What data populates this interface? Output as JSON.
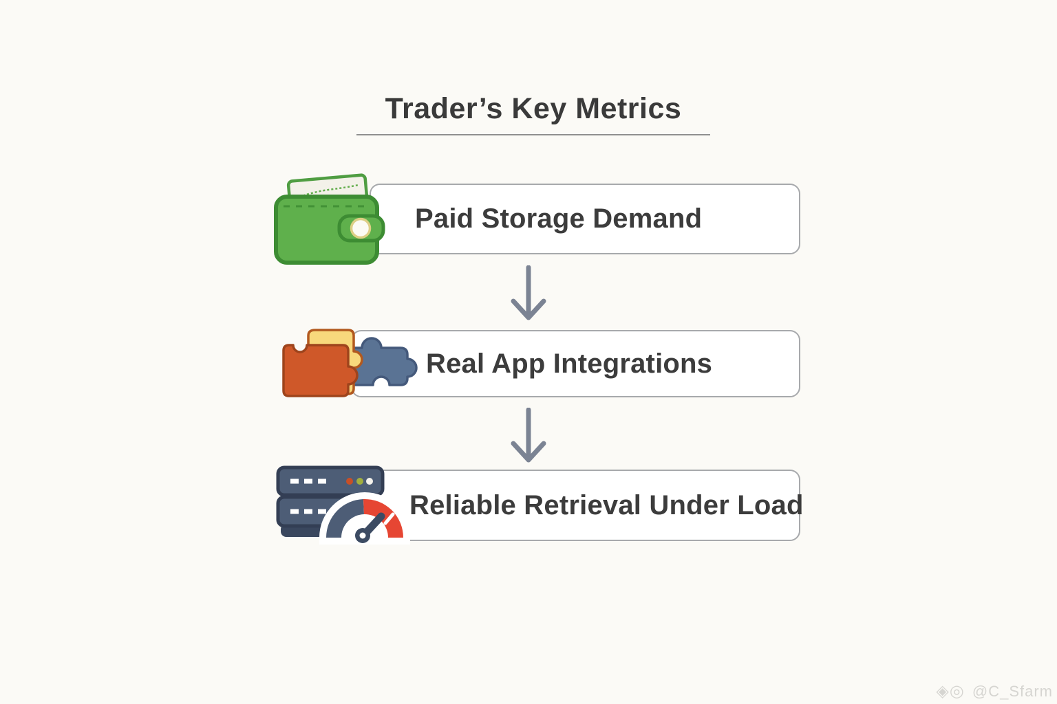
{
  "title": {
    "text": "Trader’s Key Metrics"
  },
  "steps": [
    {
      "id": "paid-storage-demand",
      "label": "Paid Storage Demand",
      "icon": "wallet-icon"
    },
    {
      "id": "real-app-integrations",
      "label": "Real App Integrations",
      "icon": "puzzle-pieces-icon"
    },
    {
      "id": "reliable-retrieval-under-load",
      "label": "Reliable Retrieval Under Load",
      "icon": "server-gauge-icon"
    }
  ],
  "connectors": {
    "type": "down-arrow",
    "count": 2
  },
  "watermark": {
    "text": "@C_Sfarm"
  },
  "colors": {
    "background": "#fbfaf6",
    "box_fill": "#ffffff",
    "box_border": "#a7a9ac",
    "text": "#3c3c3c",
    "title_underline": "#8f8f8f",
    "arrow": "#7b8393",
    "wallet_green": "#5fb04c",
    "wallet_green_dark": "#3d8c33",
    "card_cream": "#f3f1e9",
    "clasp_ring": "#ddcf85",
    "puzzle_orange": "#cf5829",
    "puzzle_orange_dark": "#9e441c",
    "puzzle_yellow": "#f8d87c",
    "puzzle_yellow_dark": "#b2591f",
    "puzzle_blue": "#5a7394",
    "puzzle_blue_dark": "#44597b",
    "server_slate": "#4d5d76",
    "server_slate_dark": "#333e54",
    "gauge_red": "#e64633",
    "led_red": "#c94f26",
    "led_green": "#a2af3e"
  }
}
